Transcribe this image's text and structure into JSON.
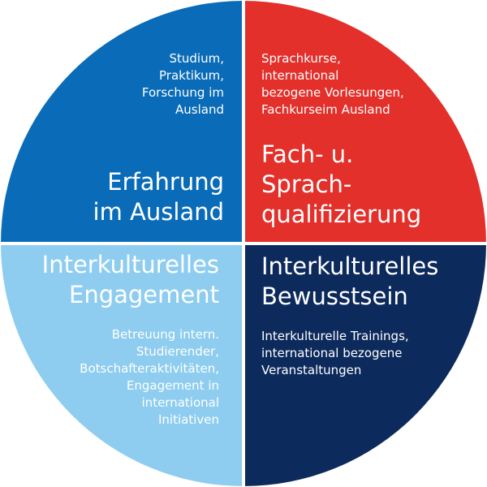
{
  "quadrants": {
    "top_left": {
      "color": "#0a6cb8",
      "title": "Erfahrung\nim Ausland",
      "description": "Studium,\nPraktikum,\nForschung im\nAusland"
    },
    "top_right": {
      "color": "#e3302b",
      "title": "Fach- u.\nSprach-\nqualifizierung",
      "description": "Sprachkurse,\ninternational\nbezogene Vorlesungen,\nFachkurseim Ausland"
    },
    "bottom_left": {
      "color": "#8ecdf0",
      "title": "Interkulturelles\nEngagement",
      "description": "Betreuung intern.\nStudierender,\nBotschafteraktivitäten,\nEngagement in\ninternational\nInitiativen"
    },
    "bottom_right": {
      "color": "#0d2a5c",
      "title": "Interkulturelles\nBewusstsein",
      "description": "Interkulturelle Trainings,\ninternational bezogene\nVeranstaltungen"
    }
  },
  "divider_color": "#ffffff"
}
